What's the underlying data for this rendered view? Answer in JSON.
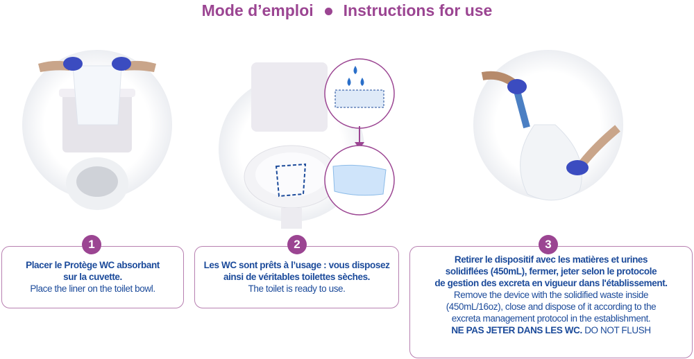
{
  "title": {
    "fr": "Mode d’emploi",
    "en": "Instructions for use"
  },
  "steps": [
    {
      "number": "1",
      "fr": [
        "Placer le Protège WC absorbant",
        "sur la cuvette."
      ],
      "en": [
        "Place the liner on the toilet bowl."
      ]
    },
    {
      "number": "2",
      "fr": [
        "Les WC sont prêts à l’usage : vous disposez",
        "ainsi de véritables toilettes sèches."
      ],
      "en": [
        "The toilet is ready to use."
      ]
    },
    {
      "number": "3",
      "fr": [
        "Retirer le dispositif avec les matières et urines",
        "solidiflées (450mL), fermer, jeter selon le protocole",
        "de gestion des excreta en vigueur dans l'établissement."
      ],
      "en": [
        "Remove the device with the solidified waste inside",
        "(450mL/16oz), close and dispose of it according to the",
        "excreta management protocol in the establishment."
      ],
      "warning_fr": "NE PAS JETER DANS LES WC.",
      "warning_en": "DO NOT FLUSH"
    }
  ],
  "colors": {
    "accent": "#9b4592",
    "text": "#1b4a9a"
  }
}
